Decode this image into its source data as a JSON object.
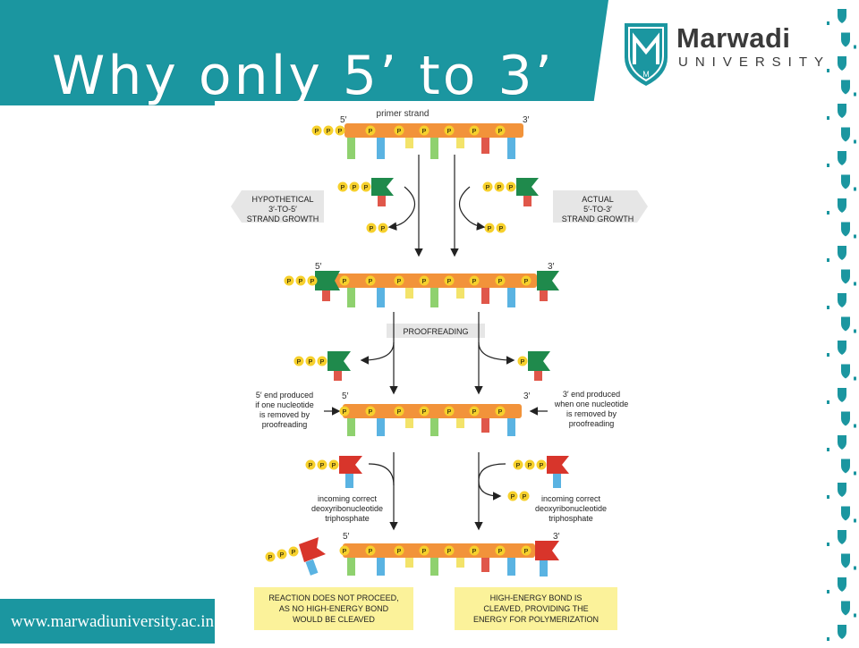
{
  "slide": {
    "title": "Why only 5’ to 3’",
    "footer_url": "www.marwadiuniversity.ac.in"
  },
  "logo": {
    "name": "Marwadi",
    "subtitle": "UNIVERSITY",
    "mark_letter": "M"
  },
  "figure": {
    "primer_label": "primer strand",
    "five_prime": "5′",
    "three_prime": "3′",
    "phosphate": "P",
    "hypothetical": [
      "HYPOTHETICAL",
      "3′-TO-5′",
      "STRAND GROWTH"
    ],
    "actual": [
      "ACTUAL",
      "5′-TO-3′",
      "STRAND GROWTH"
    ],
    "proofreading": "PROOFREADING",
    "left_removed": [
      "5′ end produced",
      "if one nucleotide",
      "is removed by",
      "proofreading"
    ],
    "right_removed": [
      "3′ end produced",
      "when one nucleotide",
      "is removed by",
      "proofreading"
    ],
    "incoming_left": [
      "incoming correct",
      "deoxyribonucleotide",
      "triphosphate"
    ],
    "incoming_right": [
      "incoming correct",
      "deoxyribonucleotide",
      "triphosphate"
    ],
    "result_left": [
      "REACTION DOES NOT PROCEED,",
      "AS NO HIGH-ENERGY BOND",
      "WOULD BE CLEAVED"
    ],
    "result_right": [
      "HIGH-ENERGY BOND IS",
      "CLEAVED, PROVIDING THE",
      "ENERGY FOR POLYMERIZATION"
    ]
  },
  "colors": {
    "teal": "#1b96a0",
    "backbone": "#f2933a",
    "phosphate": "#f6d02c",
    "green_nucleotide": "#1f8a4c",
    "red_nucleotide": "#d8352b",
    "callout_yellow": "#fbf29a"
  }
}
